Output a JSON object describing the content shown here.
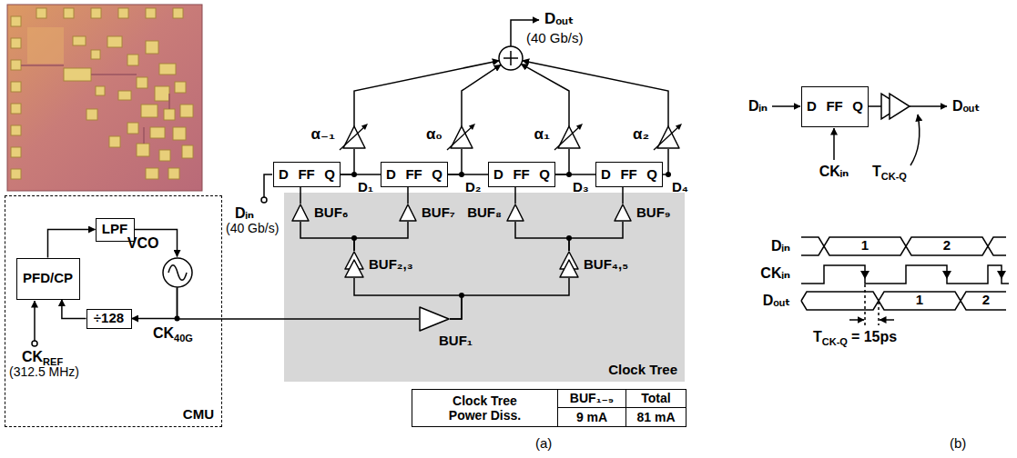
{
  "diagram": {
    "nodes": [
      {
        "text": [
          "CMU"
        ]
      },
      {
        "text": [
          "LPF"
        ],
        "in": 0
      },
      {
        "text": [
          "PFD/CP"
        ],
        "in": 0
      },
      {
        "text": [
          "VCO"
        ],
        "in": 0
      },
      {
        "text": [
          "÷128"
        ],
        "in": 0
      },
      {
        "text": [
          "α₋₁"
        ]
      },
      {
        "text": [
          "α₀"
        ]
      },
      {
        "text": [
          "α₁"
        ]
      },
      {
        "text": [
          "α₂"
        ]
      },
      {
        "text": [
          "D FF Q"
        ]
      },
      {
        "text": [
          "D FF Q"
        ]
      },
      {
        "text": [
          "D FF Q"
        ]
      },
      {
        "text": [
          "D FF Q"
        ]
      },
      {
        "text": [
          "Clock Tree"
        ]
      },
      {
        "text": [
          "BUF₆"
        ],
        "in": 13
      },
      {
        "text": [
          "BUF₇"
        ],
        "in": 13
      },
      {
        "text": [
          "BUF₈"
        ],
        "in": 13
      },
      {
        "text": [
          "BUF₉"
        ],
        "in": 13
      },
      {
        "text": [
          "BUF₂,₃"
        ],
        "in": 13
      },
      {
        "text": [
          "BUF₄,₅"
        ],
        "in": 13
      },
      {
        "text": [
          "BUF₁"
        ],
        "in": 13
      },
      {
        "text": [
          "D FF Q"
        ]
      }
    ],
    "edges": [
      {
        "from": 2,
        "to": 1,
        "arrow": "to"
      },
      {
        "from": 1,
        "to": 3,
        "arrow": "to"
      },
      {
        "from": 3,
        "to": 4,
        "arrow": "to"
      },
      {
        "from": 4,
        "to": 2,
        "arrow": "to"
      },
      {
        "from": 3,
        "to": 20,
        "arrow": "none"
      },
      {
        "from": 9,
        "to": 10,
        "arrow": "none"
      },
      {
        "from": 10,
        "to": 11,
        "arrow": "none"
      },
      {
        "from": 11,
        "to": 12,
        "arrow": "none"
      },
      {
        "from": 9,
        "to": 5,
        "arrow": "none"
      },
      {
        "from": 10,
        "to": 6,
        "arrow": "none"
      },
      {
        "from": 11,
        "to": 7,
        "arrow": "none"
      },
      {
        "from": 12,
        "to": 8,
        "arrow": "none"
      },
      {
        "from": 20,
        "to": 18,
        "arrow": "none"
      },
      {
        "from": 20,
        "to": 19,
        "arrow": "none"
      },
      {
        "from": 18,
        "to": 14,
        "arrow": "none"
      },
      {
        "from": 18,
        "to": 15,
        "arrow": "none"
      },
      {
        "from": 19,
        "to": 16,
        "arrow": "none"
      },
      {
        "from": 19,
        "to": 17,
        "arrow": "none"
      },
      {
        "from": 14,
        "to": 9,
        "arrow": "none"
      },
      {
        "from": 15,
        "to": 10,
        "arrow": "none"
      },
      {
        "from": 16,
        "to": 11,
        "arrow": "none"
      },
      {
        "from": 17,
        "to": 12,
        "arrow": "none"
      }
    ],
    "labels": [
      "Dₒᵤₜ",
      "(40 Gb/s)",
      "D₁",
      "D₂",
      "D₃",
      "D₄",
      "Dᵢₙ",
      "(40 Gb/s)",
      "CK",
      "REF",
      "(312.5 MHz)",
      "CK",
      "40G",
      "Clock Tree Power Diss.",
      "BUF₁₋₉",
      "Total",
      "9 mA",
      "81 mA",
      "(a)",
      "Dᵢₙ",
      "CKᵢₙ",
      "T",
      "CK-Q",
      "Dₒᵤₜ",
      "Dᵢₙ",
      "CKᵢₙ",
      "Dₒᵤₜ",
      "1",
      "2",
      "1",
      "2",
      "T",
      "CK-Q",
      "= 15ps",
      "(b)"
    ]
  }
}
